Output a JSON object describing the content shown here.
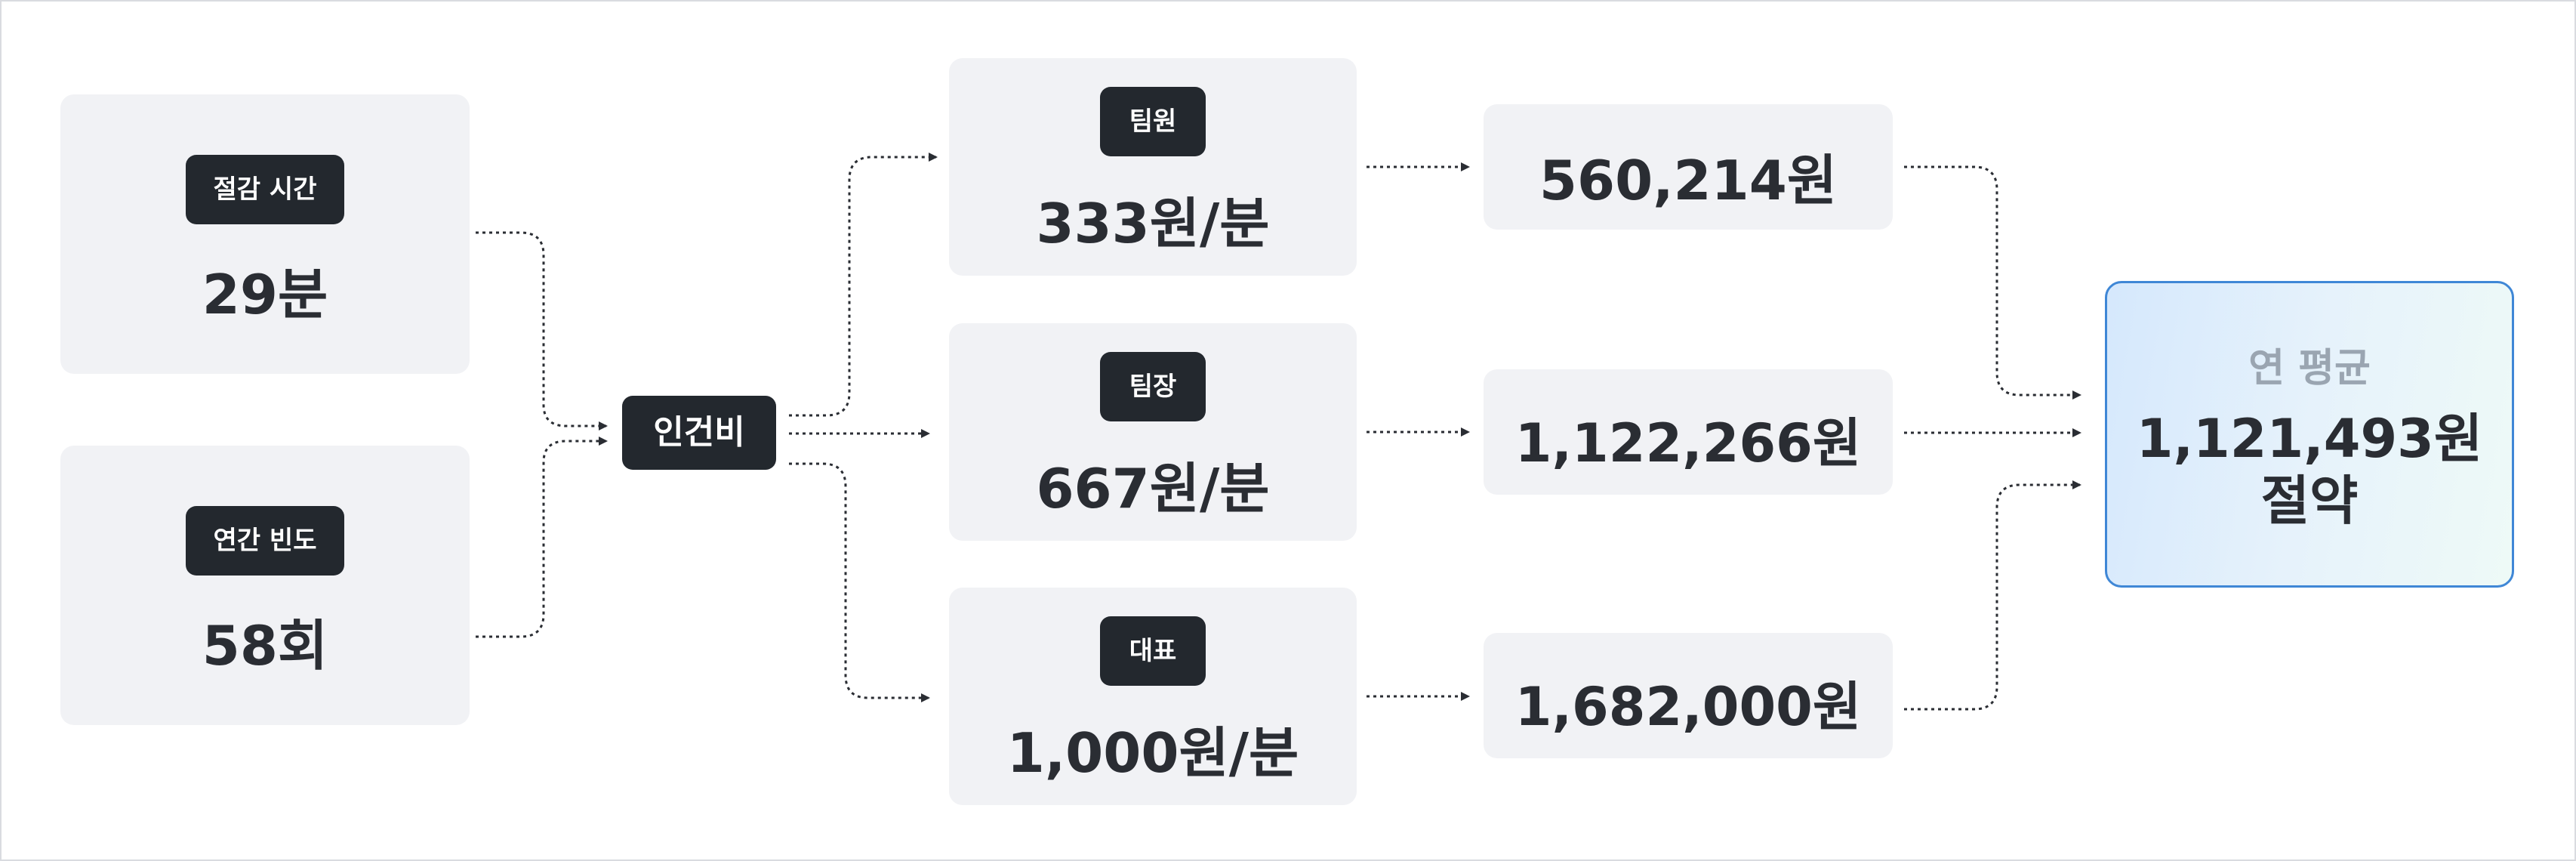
{
  "inputs": [
    {
      "label": "절감 시간",
      "value": "29분"
    },
    {
      "label": "연간 빈도",
      "value": "58회"
    }
  ],
  "hub": {
    "label": "인건비"
  },
  "roles": [
    {
      "label": "팀원",
      "rate": "333원/분",
      "amount": "560,214원"
    },
    {
      "label": "팀장",
      "rate": "667원/분",
      "amount": "1,122,266원"
    },
    {
      "label": "대표",
      "rate": "1,000원/분",
      "amount": "1,682,000원"
    }
  ],
  "result": {
    "caption": "연 평균",
    "amount": "1,121,493원",
    "suffix": "절약"
  },
  "colors": {
    "card_bg": "#f1f2f5",
    "pill_bg": "#23282e",
    "result_border": "#3f87d6",
    "connector": "#2a2d33"
  }
}
